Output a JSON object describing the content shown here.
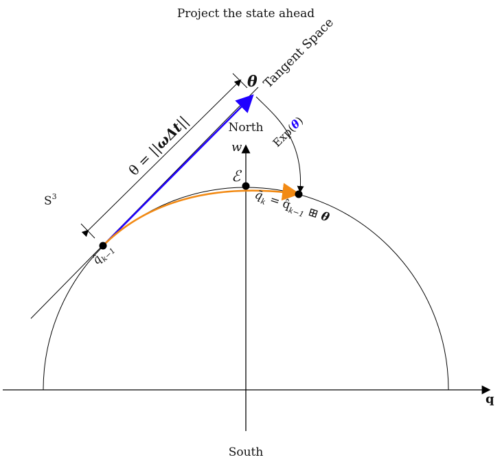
{
  "labels": {
    "title": "Project the state ahead",
    "sphere": "S",
    "sphere_sup": "3",
    "north": "North",
    "south": "South",
    "w": "w",
    "q_axis": "q",
    "tangent_space": "Tangent Space",
    "theta_symbol": "θ",
    "theta_eq_left": "θ = ||",
    "theta_eq_mid": "ωΔt",
    "theta_eq_right": "||",
    "exp_prefix": "Exp(",
    "exp_theta": "θ",
    "exp_suffix": ")",
    "epsilon": "ℰ",
    "qhat_prev": "q̂",
    "qhat_prev_sub": "k−1",
    "qbar_eq_left": "q̄",
    "qbar_eq_left_sub": "k",
    "qbar_eq_mid": " = q̂",
    "qbar_eq_mid_sub": "k−1",
    "qbar_eq_op": " ⊞ ",
    "qbar_eq_theta": "θ"
  },
  "colors": {
    "blue": "#1f00ff",
    "orange": "#f28a14",
    "black": "#000000"
  }
}
